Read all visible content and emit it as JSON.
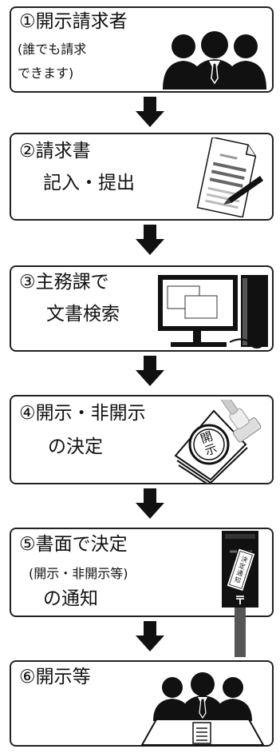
{
  "steps": [
    {
      "lines": [
        "①開示請求者",
        "(誰でも請求",
        "できます)"
      ],
      "icon": "people-icon"
    },
    {
      "lines": [
        "②請求書",
        "記入・提出"
      ],
      "icon": "document-pen-icon"
    },
    {
      "lines": [
        "③主務課で",
        "文書検索"
      ],
      "icon": "computer-icon"
    },
    {
      "lines": [
        "④開示・非開示",
        "の決定"
      ],
      "icon": "stamp-icon",
      "stamp_text": "開示"
    },
    {
      "lines": [
        "⑤書面で決定",
        "(開示・非開示等)",
        "の通知"
      ],
      "icon": "mailbox-icon",
      "letter_text": "決定通知"
    },
    {
      "lines": [
        "⑥開示等"
      ],
      "icon": "meeting-icon"
    }
  ],
  "colors": {
    "border": "#222222",
    "icon": "#111111",
    "text": "#111111"
  }
}
